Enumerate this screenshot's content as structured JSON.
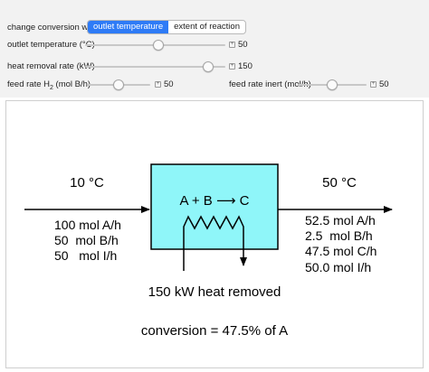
{
  "controls": {
    "conversion_label": "change conversion with:",
    "conversion_options": [
      "outlet temperature",
      "extent of reaction"
    ],
    "conversion_selected": "outlet temperature",
    "outlet_temp": {
      "label": "outlet temperature (°C)",
      "value": "50",
      "fraction": 0.52
    },
    "heat_removal": {
      "label": "heat removal rate (kW)",
      "value": "150",
      "fraction": 0.88
    },
    "feed_h2": {
      "label_prefix": "feed rate H",
      "label_sub": "2",
      "label_suffix": " (mol B/h)",
      "value": "50",
      "fraction": 0.5
    },
    "feed_inert": {
      "label": "feed rate inert (mol/h)",
      "value": "50",
      "fraction": 0.5
    }
  },
  "diagram": {
    "inlet_temp": "10 °C",
    "outlet_temp": "50 °C",
    "reaction": "A + B ⟶ C",
    "inlet_flows": [
      "100 mol A/h",
      "50  mol B/h",
      "50   mol I/h"
    ],
    "outlet_flows": [
      "52.5 mol A/h",
      "2.5  mol B/h",
      "47.5 mol C/h",
      "50.0 mol I/h"
    ],
    "heat_text": "150 kW heat removed",
    "conversion_text": "conversion = 47.5% of A",
    "reactor_color": "#8ff6f9"
  }
}
